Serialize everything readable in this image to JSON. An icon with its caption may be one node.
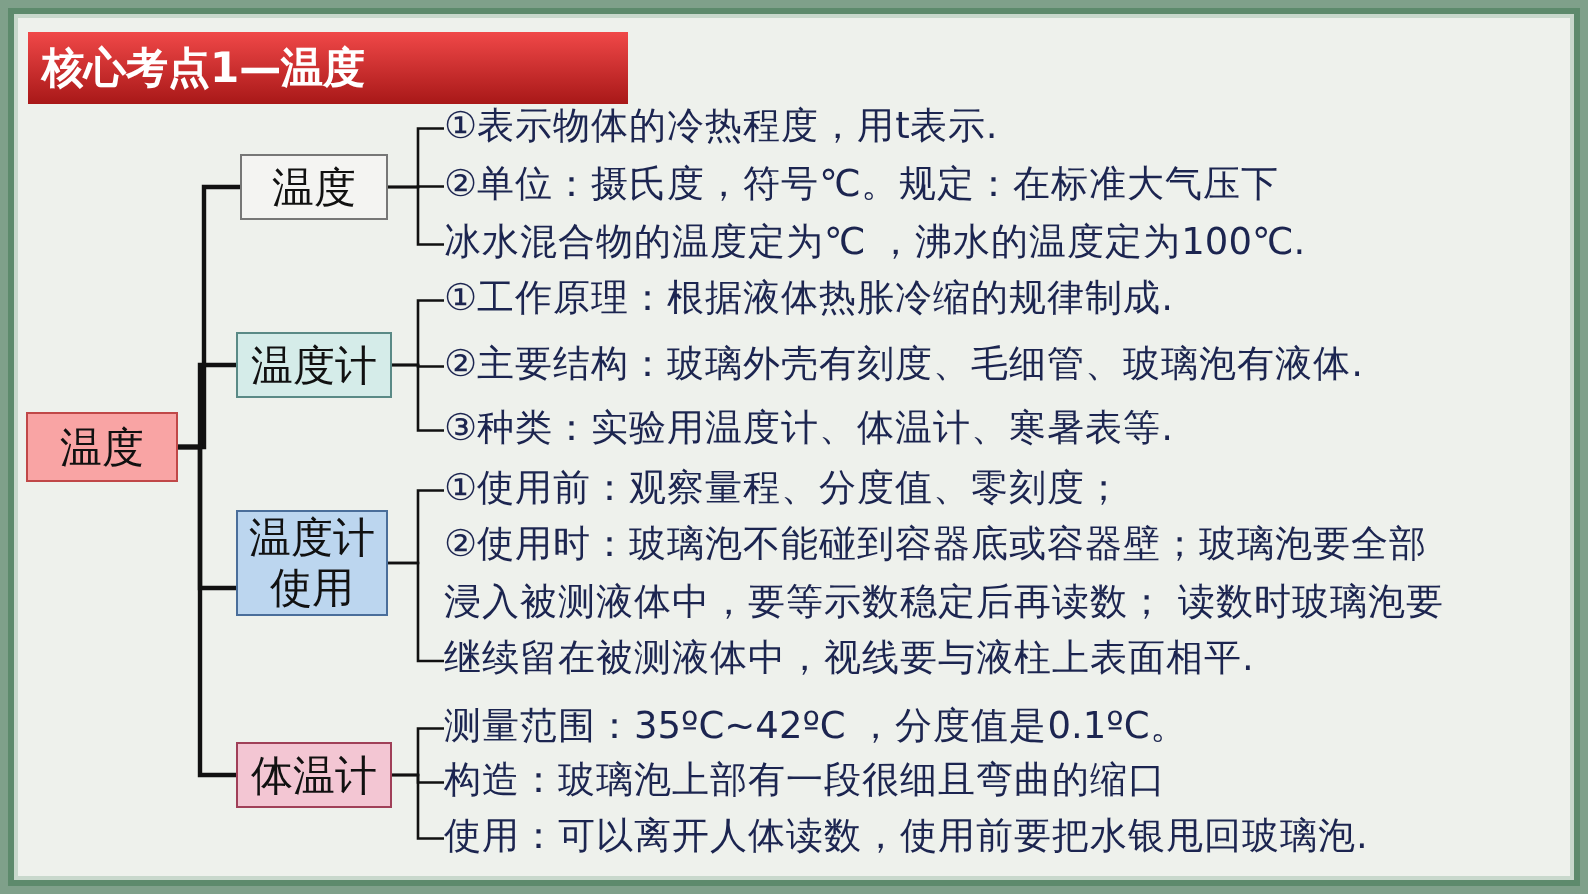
{
  "diagram": {
    "title": "核心考点1—温度",
    "nodes": [
      {
        "text": [
          "温度"
        ]
      },
      {
        "text": [
          "温度"
        ]
      },
      {
        "text": [
          "①表示物体的冷热程度，用t表示."
        ]
      },
      {
        "text": [
          "②单位：摄氏度，符号℃。规定：在标准大气压下"
        ]
      },
      {
        "text": [
          "冰水混合物的温度定为℃ ，沸水的温度定为100℃."
        ]
      },
      {
        "text": [
          "温度计"
        ]
      },
      {
        "text": [
          "①工作原理：根据液体热胀冷缩的规律制成."
        ]
      },
      {
        "text": [
          "②主要结构：玻璃外壳有刻度、毛细管、玻璃泡有液体."
        ]
      },
      {
        "text": [
          "③种类：实验用温度计、体温计、寒暑表等."
        ]
      },
      {
        "text": [
          "温度计使用"
        ]
      },
      {
        "text": [
          "①使用前：观察量程、分度值、零刻度；"
        ]
      },
      {
        "text": [
          "②使用时：玻璃泡不能碰到容器底或容器壁；玻璃泡要全部浸入被测液体中，要等示数稳定后再读数； 读数时玻璃泡要继续留在被测液体中，视线要与液柱上表面相平."
        ]
      },
      {
        "text": [
          "体温计"
        ]
      },
      {
        "text": [
          "测量范围：35ºC~42ºC ，分度值是0.1ºC。"
        ]
      },
      {
        "text": [
          "构造：玻璃泡上部有一段很细且弯曲的缩口"
        ]
      },
      {
        "text": [
          "使用：可以离开人体读数，使用前要把水银甩回玻璃泡."
        ]
      }
    ],
    "edges": [
      {
        "from": 0,
        "to": 1,
        "arrow": "none"
      },
      {
        "from": 0,
        "to": 5,
        "arrow": "none"
      },
      {
        "from": 0,
        "to": 9,
        "arrow": "none"
      },
      {
        "from": 0,
        "to": 12,
        "arrow": "none"
      },
      {
        "from": 1,
        "to": 2,
        "arrow": "none"
      },
      {
        "from": 1,
        "to": 3,
        "arrow": "none"
      },
      {
        "from": 1,
        "to": 4,
        "arrow": "none"
      },
      {
        "from": 5,
        "to": 6,
        "arrow": "none"
      },
      {
        "from": 5,
        "to": 7,
        "arrow": "none"
      },
      {
        "from": 5,
        "to": 8,
        "arrow": "none"
      },
      {
        "from": 9,
        "to": 10,
        "arrow": "none"
      },
      {
        "from": 9,
        "to": 11,
        "arrow": "none"
      },
      {
        "from": 12,
        "to": 13,
        "arrow": "none"
      },
      {
        "from": 12,
        "to": 14,
        "arrow": "none"
      },
      {
        "from": 12,
        "to": 15,
        "arrow": "none"
      }
    ]
  }
}
